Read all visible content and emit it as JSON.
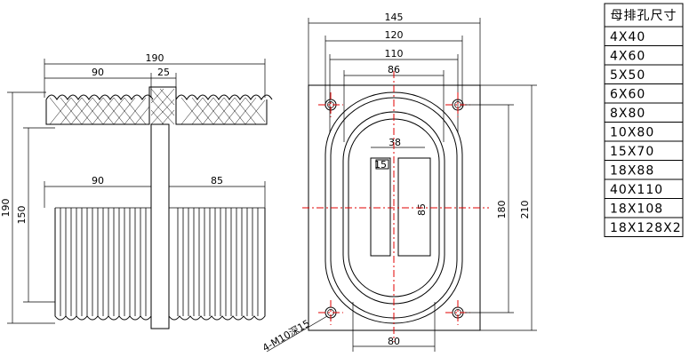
{
  "side_view": {
    "dims": {
      "overall_width": "190",
      "top_left": "90",
      "top_mid": "25",
      "mid_left": "90",
      "mid_right": "85",
      "height_outer": "190",
      "height_inner": "150"
    }
  },
  "front_view": {
    "dims": {
      "w145": "145",
      "w120": "120",
      "w110": "110",
      "w86": "86",
      "w38": "38",
      "w15": "15",
      "h85": "85",
      "h180": "180",
      "h210": "210",
      "w80": "80"
    },
    "hole_note": "4-M10深15"
  },
  "table": {
    "header": "母排孔尺寸",
    "rows": [
      "4X40",
      "4X60",
      "5X50",
      "6X60",
      "8X80",
      "10X80",
      "15X70",
      "18X88",
      "40X110",
      "18X108",
      "18X128X2"
    ]
  }
}
